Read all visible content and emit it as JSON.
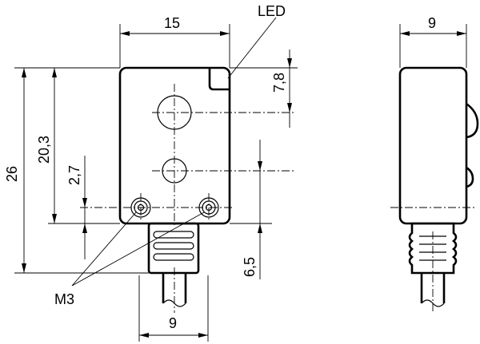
{
  "labels": {
    "width_top": "15",
    "led": "LED",
    "height_total": "26",
    "height_hole": "20,3",
    "height_small": "2,7",
    "led_offset": "7,8",
    "cable_offset": "6,5",
    "thread": "M3",
    "cable_width": "9",
    "side_width": "9"
  }
}
